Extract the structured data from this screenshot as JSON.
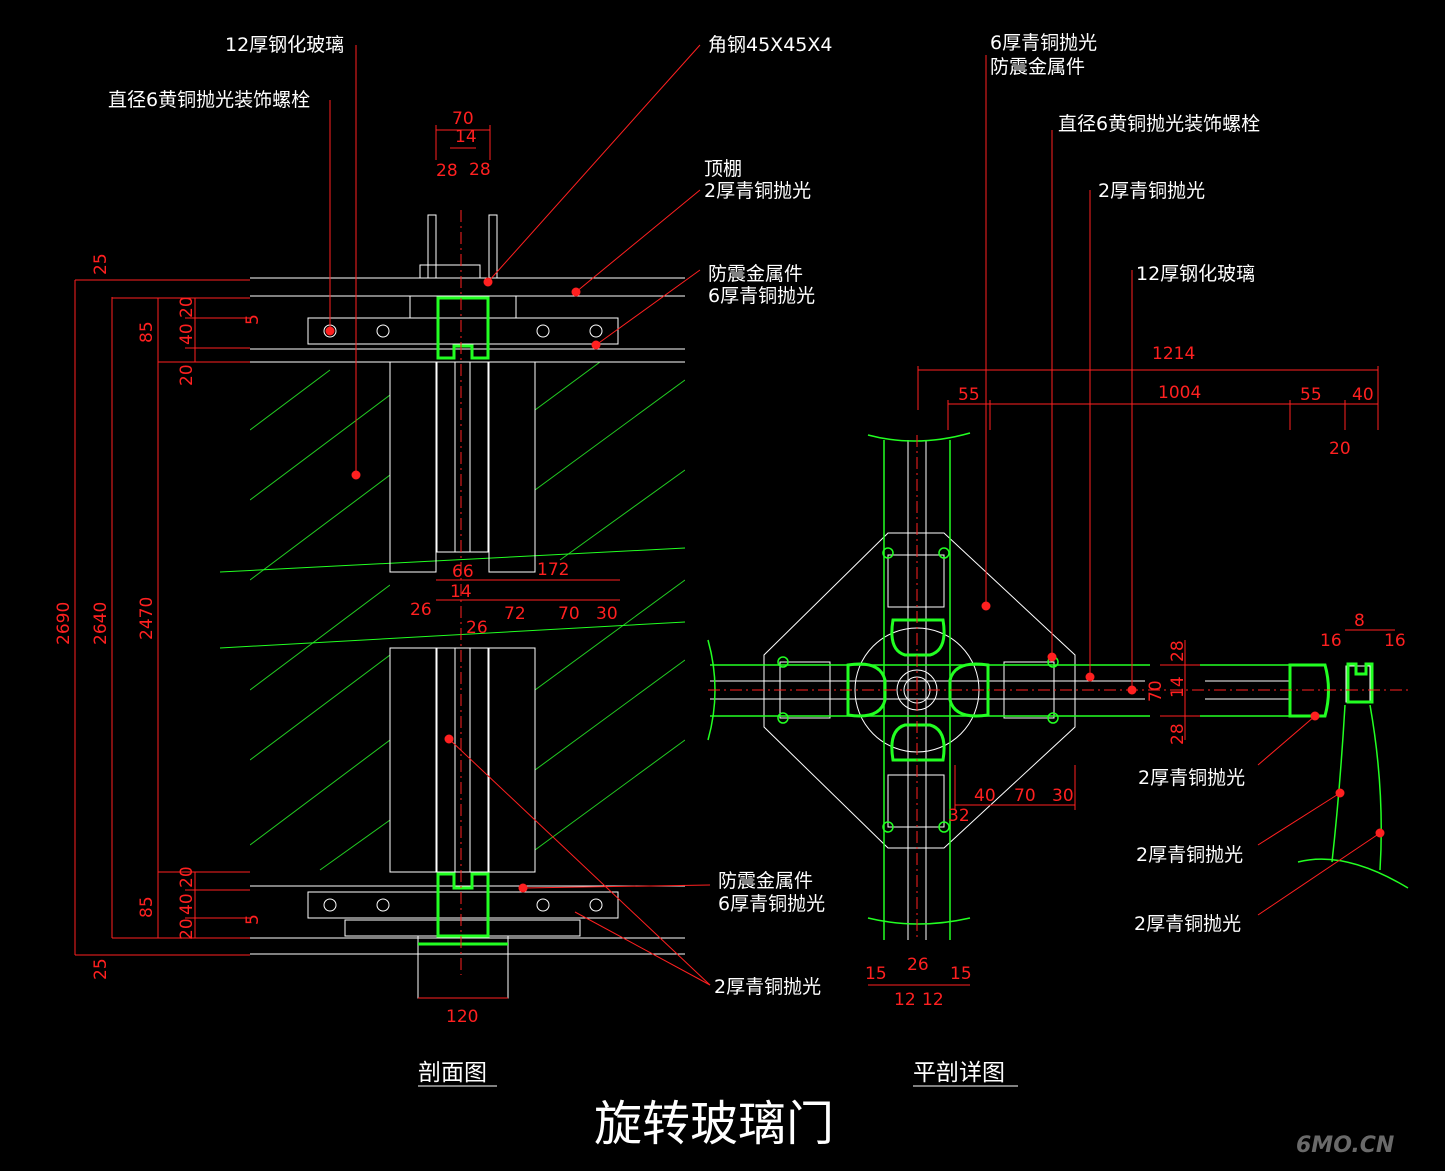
{
  "section_view": {
    "title": "剖面图",
    "labels": {
      "glass12": "12厚钢化玻璃",
      "bolt": "直径6黄铜抛光装饰螺栓",
      "angle_steel": "角钢45X45X4",
      "ceiling_1": "顶棚",
      "ceiling_2": "2厚青铜抛光",
      "seismic_top_1": "防震金属件",
      "seismic_top_2": "6厚青铜抛光",
      "seismic_bot_1": "防震金属件",
      "seismic_bot_2": "6厚青铜抛光",
      "bronze_bot": "2厚青铜抛光"
    },
    "dims": {
      "d70": "70",
      "d14": "14",
      "d28a": "28",
      "d28b": "28",
      "v25a": "25",
      "v85a": "85",
      "v40a": "40",
      "v20a": "20",
      "v5a": "5",
      "v20b": "20",
      "v2690": "2690",
      "v2640": "2640",
      "v2470": "2470",
      "v20c": "20",
      "v85b": "85",
      "v40b": "40",
      "v20d": "20",
      "v5b": "5",
      "v25b": "25",
      "m66": "66",
      "m172": "172",
      "m14": "14",
      "m26a": "26",
      "m72": "72",
      "m70": "70",
      "m30": "30",
      "m26b": "26",
      "b120": "120"
    }
  },
  "plan_view": {
    "title": "平剖详图",
    "labels": {
      "bronze6_1": "6厚青铜抛光",
      "bronze6_2": "防震金属件",
      "bolt": "直径6黄铜抛光装饰螺栓",
      "bronze2_top": "2厚青铜抛光",
      "glass12": "12厚钢化玻璃",
      "bronze2_a": "2厚青铜抛光",
      "bronze2_b": "2厚青铜抛光",
      "bronze2_c": "2厚青铜抛光"
    },
    "dims": {
      "d1214": "1214",
      "d55a": "55",
      "d1004": "1004",
      "d55b": "55",
      "d40": "40",
      "d20": "20",
      "d8": "8",
      "d16a": "16",
      "d16b": "16",
      "v28a": "28",
      "v70": "70",
      "v14": "14",
      "v28b": "28",
      "h40": "40",
      "h70": "70",
      "h30": "30",
      "h32": "32",
      "b15a": "15",
      "b26": "26",
      "b15b": "15",
      "b12a": "12",
      "b12b": "12"
    }
  },
  "main_title": "旋转玻璃门",
  "watermark": "6MO.CN",
  "colors": {
    "background": "#000000",
    "line": "#ffffff",
    "dimension": "#ff2020",
    "profile": "#22ff22",
    "hatch": "#22cc22"
  }
}
